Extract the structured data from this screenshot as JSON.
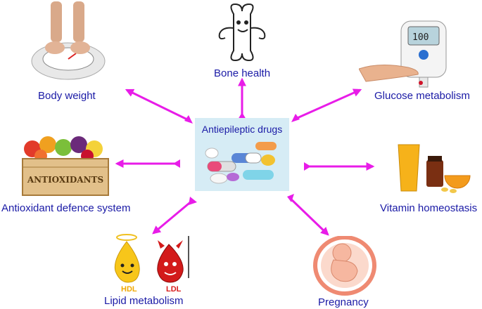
{
  "center": {
    "title": "Antiepileptic drugs"
  },
  "nodes": {
    "bone": "Bone health",
    "body_weight": "Body weight",
    "glucose": "Glucose metabolism",
    "antioxidant": "Antioxidant defence system",
    "vitamin": "Vitamin homeostasis",
    "lipid": "Lipid metabolism",
    "pregnancy": "Pregnancy"
  },
  "illustrations": {
    "crate_text": "ANTIOXIDANTS",
    "hdl": "HDL",
    "ldl": "LDL",
    "glucometer_reading": "100"
  },
  "colors": {
    "arrow": "#e81ce8",
    "label": "#1a1aa6",
    "center_bg": "#d6ecf5"
  }
}
